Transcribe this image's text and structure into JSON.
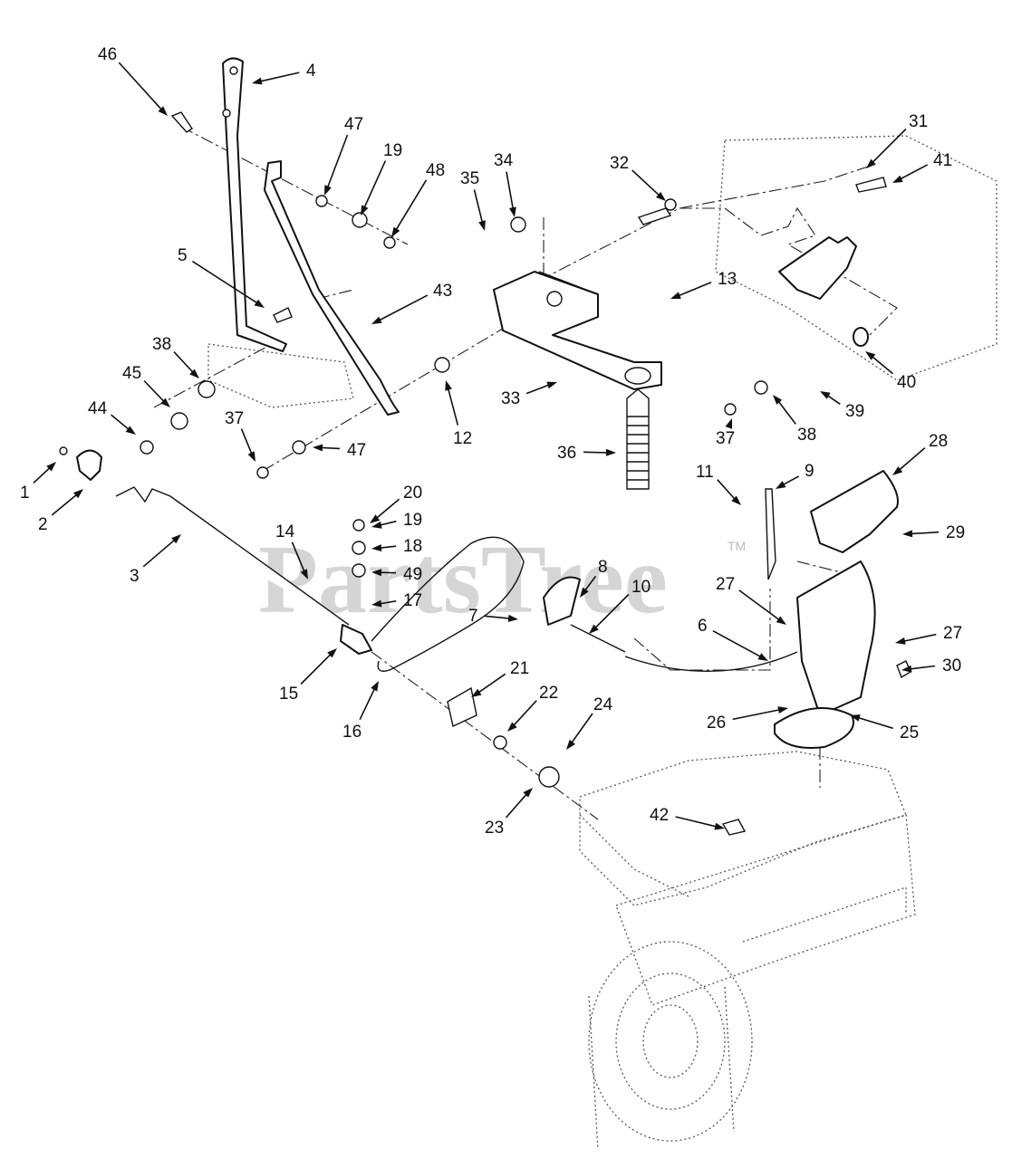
{
  "watermark": {
    "brand": "PartsTree",
    "mark": "TM"
  },
  "callouts": [
    {
      "label": "46"
    },
    {
      "label": "4"
    },
    {
      "label": "47"
    },
    {
      "label": "19"
    },
    {
      "label": "48"
    },
    {
      "label": "35"
    },
    {
      "label": "34"
    },
    {
      "label": "32"
    },
    {
      "label": "31"
    },
    {
      "label": "41"
    },
    {
      "label": "5"
    },
    {
      "label": "43"
    },
    {
      "label": "13"
    },
    {
      "label": "38"
    },
    {
      "label": "45"
    },
    {
      "label": "44"
    },
    {
      "label": "37"
    },
    {
      "label": "47"
    },
    {
      "label": "12"
    },
    {
      "label": "33"
    },
    {
      "label": "36"
    },
    {
      "label": "40"
    },
    {
      "label": "39"
    },
    {
      "label": "38"
    },
    {
      "label": "37"
    },
    {
      "label": "1"
    },
    {
      "label": "2"
    },
    {
      "label": "3"
    },
    {
      "label": "20"
    },
    {
      "label": "19"
    },
    {
      "label": "18"
    },
    {
      "label": "49"
    },
    {
      "label": "17"
    },
    {
      "label": "14"
    },
    {
      "label": "11"
    },
    {
      "label": "9"
    },
    {
      "label": "28"
    },
    {
      "label": "29"
    },
    {
      "label": "8"
    },
    {
      "label": "10"
    },
    {
      "label": "7"
    },
    {
      "label": "27"
    },
    {
      "label": "6"
    },
    {
      "label": "27"
    },
    {
      "label": "30"
    },
    {
      "label": "15"
    },
    {
      "label": "16"
    },
    {
      "label": "21"
    },
    {
      "label": "22"
    },
    {
      "label": "24"
    },
    {
      "label": "26"
    },
    {
      "label": "25"
    },
    {
      "label": "23"
    },
    {
      "label": "42"
    }
  ]
}
